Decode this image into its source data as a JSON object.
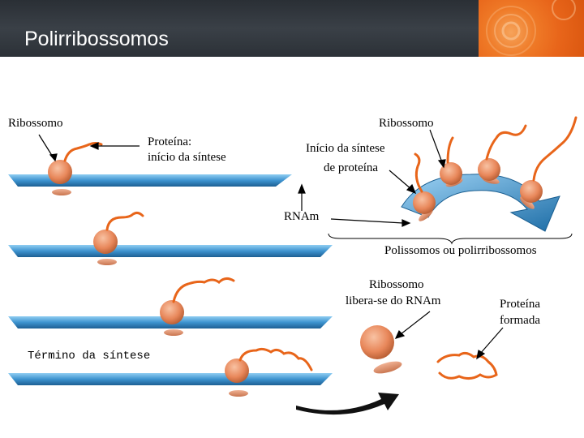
{
  "header": {
    "title": "Polirribossomos"
  },
  "labels": {
    "ribossomo_left": "Ribossomo",
    "proteina_line1": "Proteína:",
    "proteina_line2": "início da síntese",
    "ribossomo_right": "Ribossomo",
    "inicio_line1": "Início da síntese",
    "inicio_line2": "de proteína",
    "rnam": "RNAm",
    "polissomos": "Polissomos ou polirribossomos",
    "libera_line1": "Ribossomo",
    "libera_line2": "libera-se do RNAm",
    "formada_line1": "Proteína",
    "formada_line2": "formada",
    "termino": "Término da síntese"
  },
  "colors": {
    "mrna": "#4aa0d8",
    "ribosome": "#e8875a",
    "protein": "#e8651a",
    "header": "#33383e",
    "accent": "#ef7a27"
  }
}
